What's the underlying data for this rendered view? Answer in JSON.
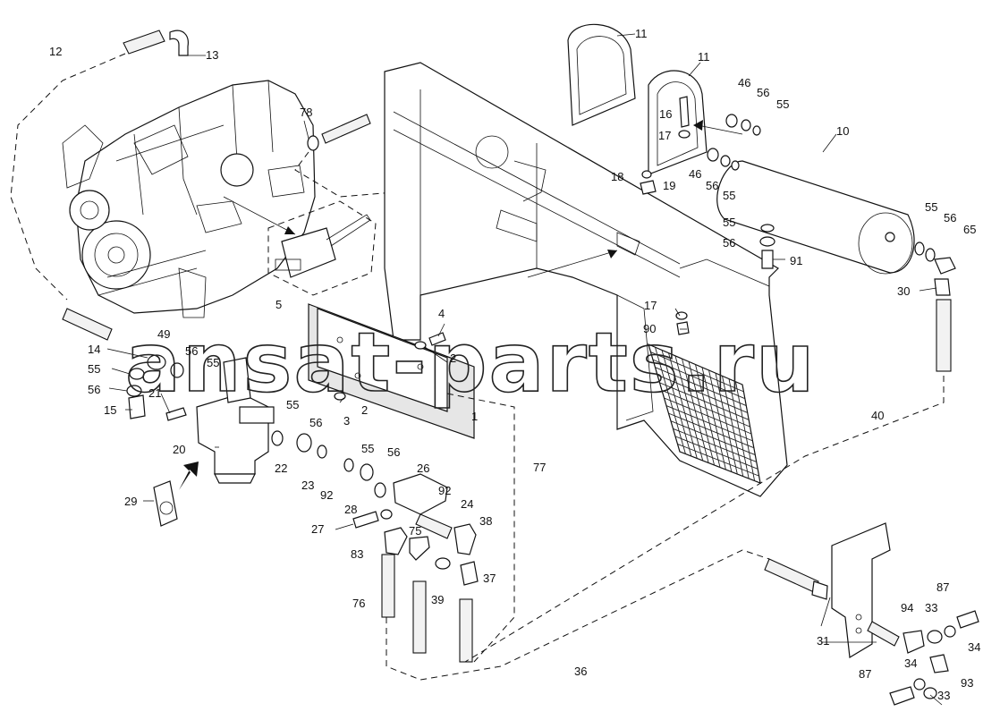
{
  "watermark": "ansat-parts.ru",
  "callouts": {
    "c1": "1",
    "c2a": "2",
    "c2b": "2",
    "c3": "3",
    "c4": "4",
    "c5": "5",
    "c10": "10",
    "c11a": "11",
    "c11b": "11",
    "c12": "12",
    "c13": "13",
    "c14": "14",
    "c15": "15",
    "c16": "16",
    "c17a": "17",
    "c17b": "17",
    "c18": "18",
    "c19": "19",
    "c20": "20",
    "c21": "21",
    "c22": "22",
    "c23": "23",
    "c24": "24",
    "c26": "26",
    "c27": "27",
    "c28": "28",
    "c29": "29",
    "c30": "30",
    "c31": "31",
    "c33a": "33",
    "c33b": "33",
    "c34a": "34",
    "c34b": "34",
    "c36": "36",
    "c37": "37",
    "c38": "38",
    "c39": "39",
    "c40": "40",
    "c46a": "46",
    "c46b": "46",
    "c49": "49",
    "c55a": "55",
    "c55b": "55",
    "c55c": "55",
    "c55d": "55",
    "c55e": "55",
    "c55f": "55",
    "c55g": "55",
    "c55h": "55",
    "c56a": "56",
    "c56b": "56",
    "c56c": "56",
    "c56d": "56",
    "c56e": "56",
    "c56f": "56",
    "c56g": "56",
    "c56h": "56",
    "c65": "65",
    "c75": "75",
    "c76": "76",
    "c77": "77",
    "c78": "78",
    "c83": "83",
    "c87a": "87",
    "c87b": "87",
    "c90": "90",
    "c91": "91",
    "c92a": "92",
    "c92b": "92",
    "c93": "93",
    "c94": "94"
  }
}
